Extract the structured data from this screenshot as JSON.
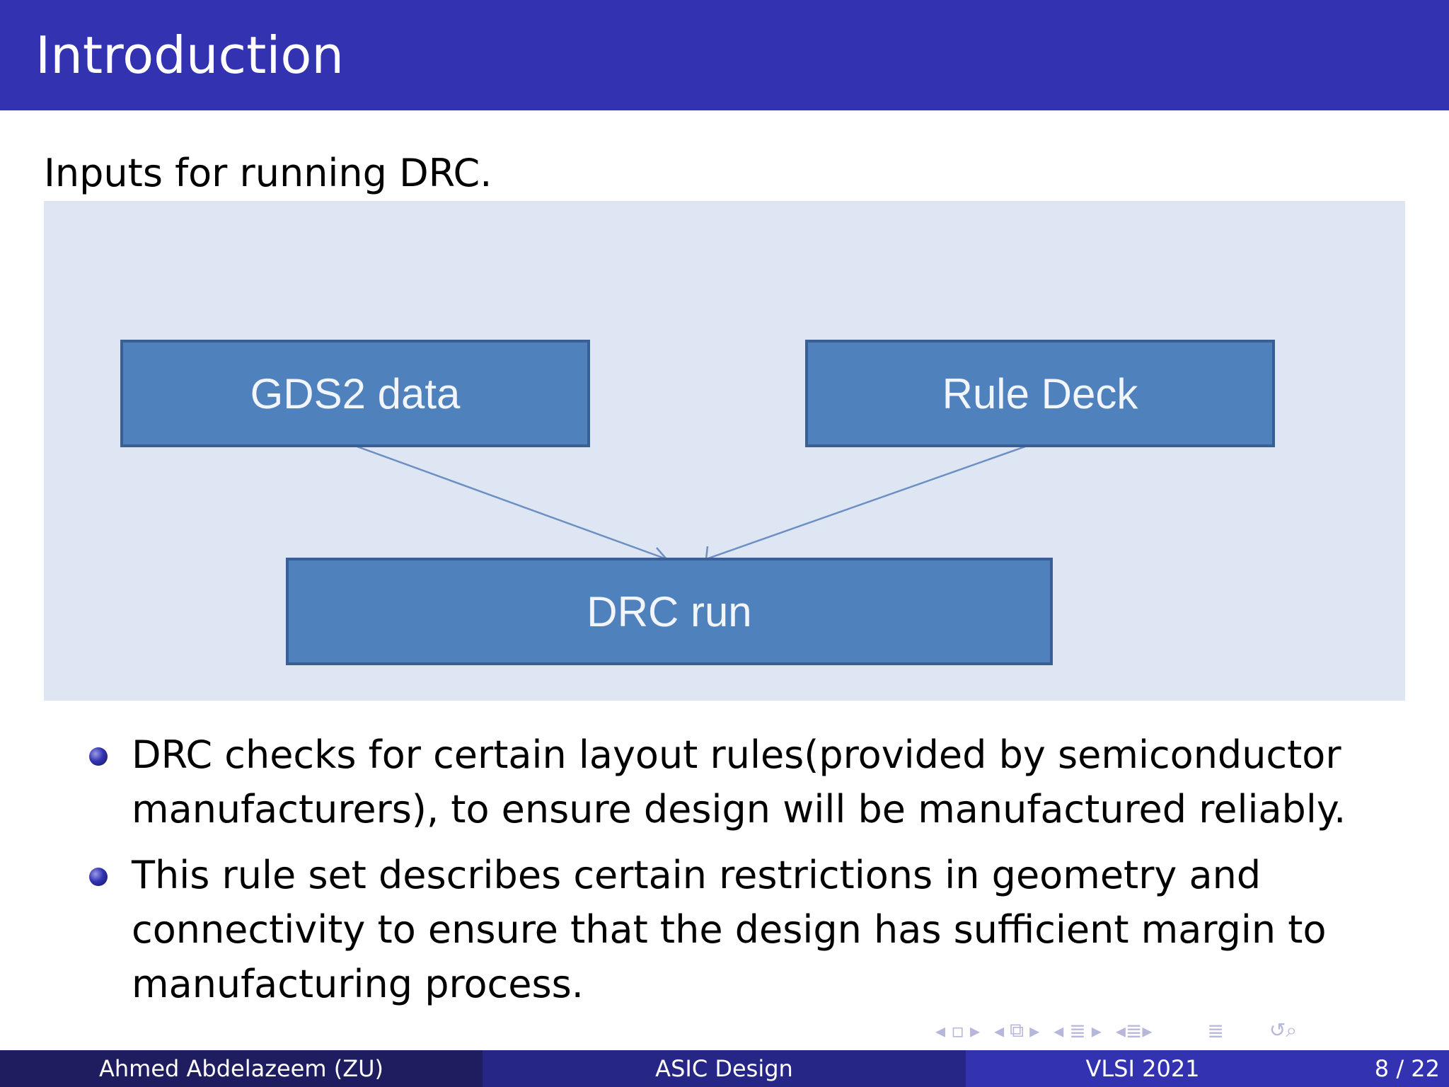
{
  "slide": {
    "title": "Introduction",
    "intro": "Inputs for running DRC."
  },
  "diagram": {
    "boxes": {
      "gds2": "GDS2 data",
      "rule_deck": "Rule Deck",
      "drc_run": "DRC run"
    },
    "colors": {
      "background": "#dfe6f3",
      "box_fill": "#4f81bd",
      "box_border": "#3a5f95",
      "arrow": "#6d8fc4"
    }
  },
  "bullets": [
    "DRC checks for certain layout rules(provided by semiconductor manufacturers), to ensure design will be manufactured reliably.",
    "This rule set describes certain restrictions in geometry and connectivity to ensure that the design has sufficient margin to manufacturing process."
  ],
  "navigation": {
    "icons": [
      "nav-prev-slide-icon",
      "nav-frame-icon",
      "nav-next-slide-icon",
      "nav-prev-subsection-icon",
      "nav-section-icon",
      "nav-next-subsection-icon",
      "nav-prev-section-icon",
      "nav-section-list-icon",
      "nav-next-section-icon",
      "nav-toc-icon",
      "nav-back-icon",
      "nav-search-icon"
    ]
  },
  "footer": {
    "author": "Ahmed Abdelazeem  (ZU)",
    "course": "ASIC Design",
    "conference": "VLSI 2021",
    "page": "8 / 22"
  },
  "theme": {
    "header_bg": "#3333b2",
    "footer_left_bg": "#1d1d60",
    "footer_mid_bg": "#262687",
    "footer_right_bg": "#3333b2"
  }
}
